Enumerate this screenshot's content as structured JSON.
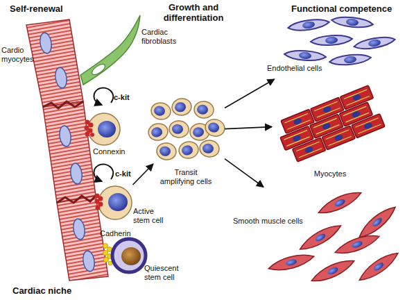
{
  "diagram": {
    "nodes": [
      {
        "text": [
          "Active stem cell"
        ]
      },
      {
        "text": [
          "Transit amplifying cells"
        ]
      },
      {
        "text": [
          "Endothelial cells"
        ]
      },
      {
        "text": [
          "Myocytes"
        ]
      },
      {
        "text": [
          "Smooth muscle cells"
        ]
      }
    ],
    "edges": [
      {
        "from": 0,
        "to": 1,
        "arrow": "to"
      },
      {
        "from": 1,
        "to": 2,
        "arrow": "to"
      },
      {
        "from": 1,
        "to": 3,
        "arrow": "to"
      },
      {
        "from": 1,
        "to": 4,
        "arrow": "to"
      }
    ],
    "labels": [
      "Self-renewal",
      "Cardio myocytes",
      "Cardiac fibroblasts",
      "c-kit",
      "Connexin",
      "c-kit",
      "Cadherin",
      "Quiescent stem cell",
      "Cardiac niche",
      "Growth and differentiation",
      "Functional competence"
    ]
  }
}
